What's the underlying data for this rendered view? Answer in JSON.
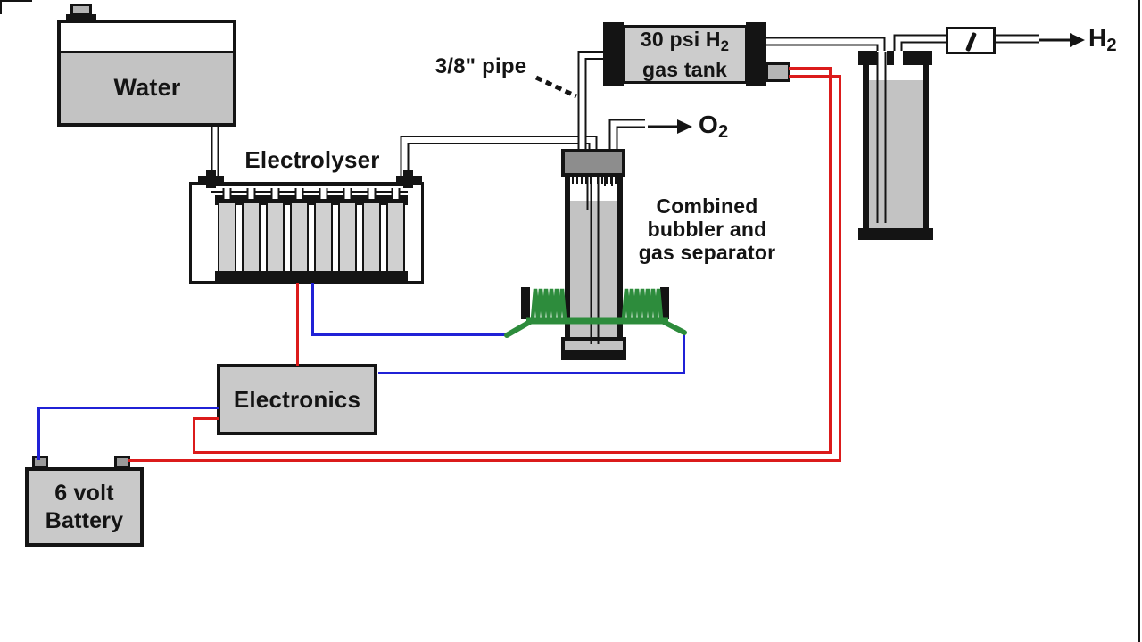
{
  "diagram": {
    "description_labels": {
      "water_tank": "Water",
      "electrolyser": "Electrolyser",
      "pipe_note": "3/8\" pipe",
      "gas_tank_line1_main": "30 psi H",
      "gas_tank_line1_sub": "2",
      "gas_tank_line2": "gas tank",
      "bubbler_line1": "Combined",
      "bubbler_line2": "bubbler and",
      "bubbler_line3": "gas separator",
      "electronics": "Electronics",
      "battery_line1": "6 volt",
      "battery_line2": "Battery",
      "o2_output_main": "O",
      "o2_output_sub": "2",
      "h2_output_main": "H",
      "h2_output_sub": "2"
    },
    "electrolyser": {
      "cell_count": 8
    },
    "colors": {
      "ink": "#141414",
      "red": "#db1b1b",
      "blue": "#2021d6",
      "green": "#2d8c3c",
      "gray": "#c9c9c9",
      "capgray": "#8d8d8d",
      "water": "#c3c3c3",
      "cellgray": "#d0d0d0",
      "fitgray": "#b5b5b5"
    }
  }
}
